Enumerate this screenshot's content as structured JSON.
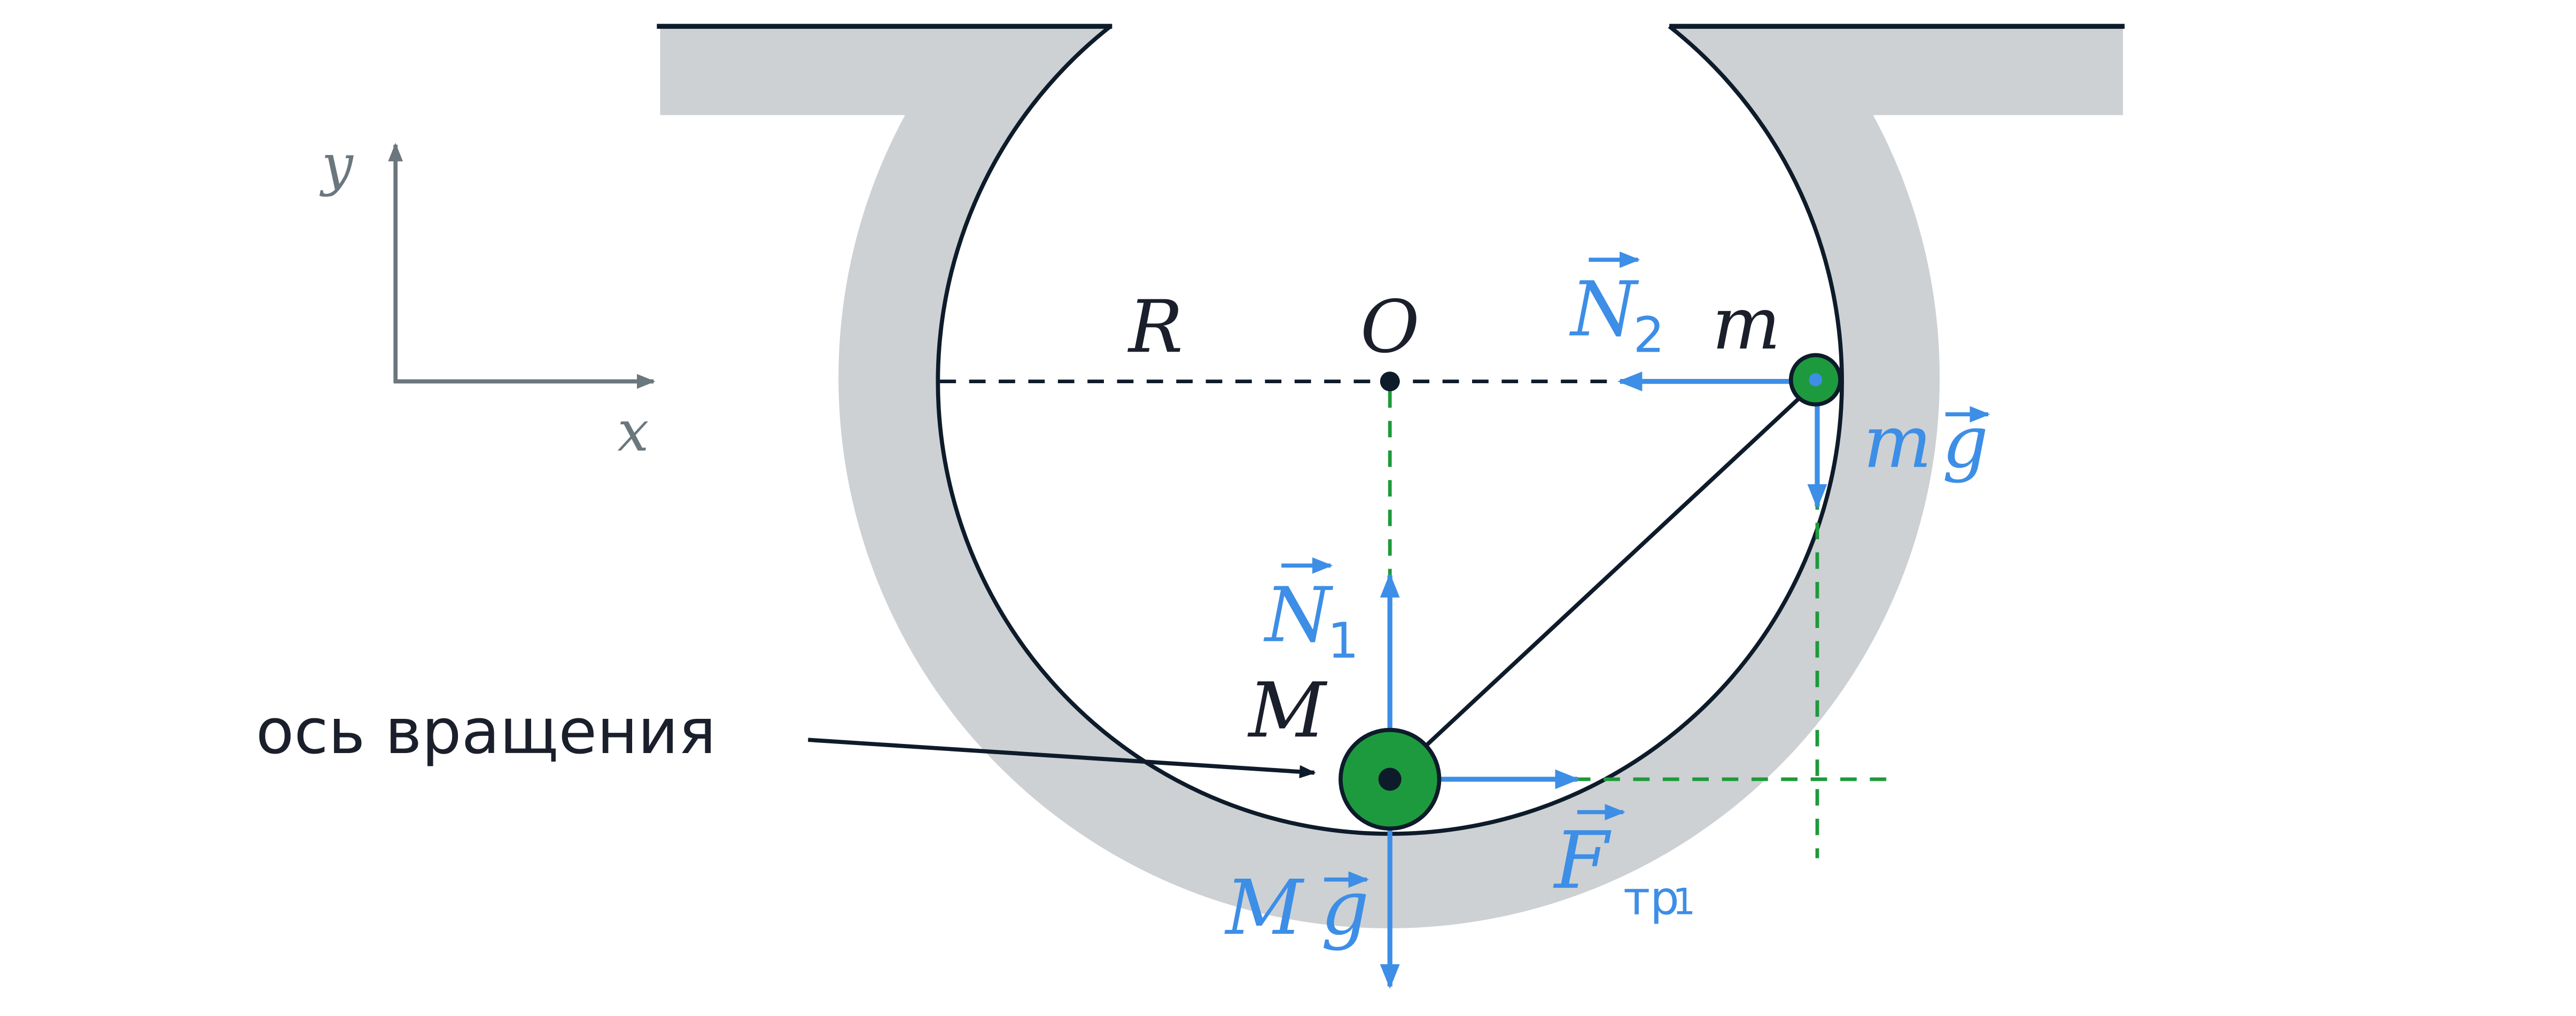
{
  "labels": {
    "axis_y": "y",
    "axis_x": "x",
    "radius": "R",
    "center": "O",
    "small_mass": "m",
    "big_mass": "M",
    "axis_of_rotation": "ось вращения",
    "force_N": "N",
    "sub_2": "2",
    "sub_1": "1",
    "mg_m": "m",
    "mg_g": "g",
    "Mg_M": "M",
    "Mg_g": "g",
    "force_F": "F",
    "friction_sub": "тр",
    "friction_sub_index": "1"
  },
  "colors": {
    "gray_shape": "#cdd1d4",
    "outline": "#0d1b2a",
    "force_blue": "#3d8ee6",
    "green_dash": "#1d9a3a",
    "mass_green": "#1e9a3e",
    "axis_gray": "#6b777e",
    "text_dark": "#1a1f2b"
  }
}
